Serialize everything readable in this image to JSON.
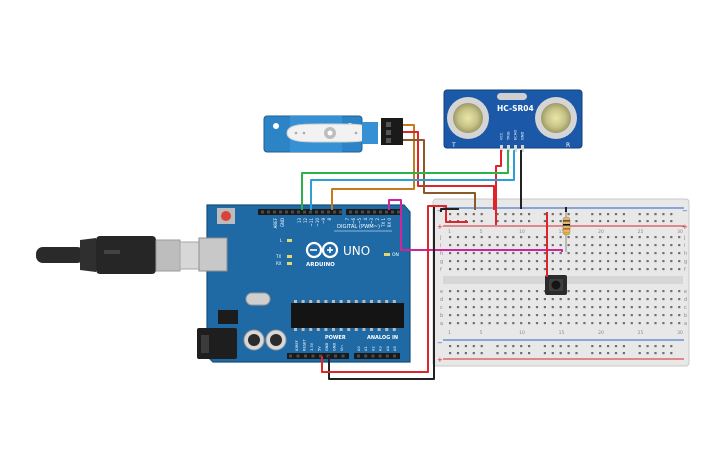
{
  "sensor": {
    "model": "HC-SR04",
    "left_mark": "T",
    "right_mark": "R",
    "pins": [
      "VCC",
      "TRIG",
      "ECHO",
      "GND"
    ]
  },
  "arduino": {
    "brand": "ARDUINO",
    "model": "UNO",
    "digital_label": "DIGITAL (PWM~)",
    "power_label": "POWER",
    "analog_label": "ANALOG IN",
    "led_l": "L",
    "led_tx": "TX",
    "led_rx": "RX",
    "led_on": "ON",
    "top_pins": [
      "AREF",
      "GND",
      "13",
      "12",
      "~11",
      "~10",
      "~9",
      "8",
      "7",
      "~6",
      "~5",
      "4",
      "~3",
      "2",
      "TX 1",
      "RX 0"
    ],
    "power_pins": [
      "IOREF",
      "RESET",
      "3.3V",
      "5V",
      "GND",
      "GND",
      "Vin"
    ],
    "analog_pins": [
      "A0",
      "A1",
      "A2",
      "A3",
      "A4",
      "A5"
    ]
  },
  "breadboard": {
    "rows_top": [
      "j",
      "i",
      "h",
      "g",
      "f"
    ],
    "rows_bottom": [
      "e",
      "d",
      "c",
      "b",
      "a"
    ],
    "columns": [
      "1",
      "5",
      "10",
      "15",
      "20",
      "25",
      "30"
    ]
  },
  "colors": {
    "board": "#1f6aa5",
    "board_dark": "#16517f",
    "servo": "#2c84c6",
    "sensor": "#1b58a8",
    "wire_red": "#e0252a",
    "wire_black": "#222222",
    "wire_green": "#2bb24a",
    "wire_blue": "#2a9fd8",
    "wire_orange": "#c77a1d",
    "wire_magenta": "#d0259a",
    "breadboard": "#e9e9e9"
  }
}
